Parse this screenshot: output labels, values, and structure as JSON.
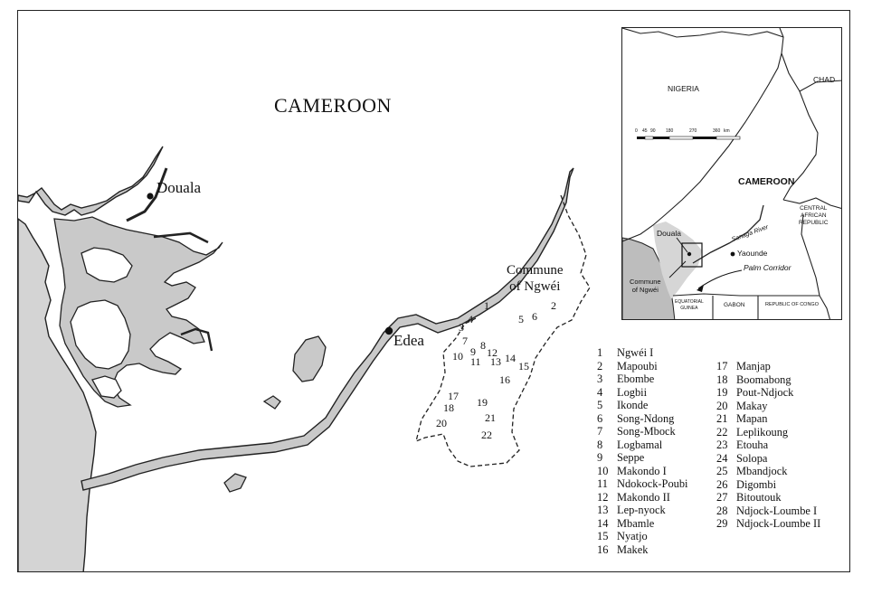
{
  "map": {
    "country_title": "CAMEROON",
    "cities": {
      "douala": "Douala",
      "edea": "Edea"
    },
    "commune": {
      "line1": "Commune",
      "line2": "of Ngwéi"
    },
    "zone_numbers": [
      "1",
      "2",
      "3",
      "4",
      "5",
      "6",
      "7",
      "8",
      "9",
      "10",
      "11",
      "12",
      "13",
      "14",
      "15",
      "16",
      "17",
      "18",
      "19",
      "20",
      "21",
      "22"
    ]
  },
  "legend": [
    {
      "n": "1",
      "name": "Ngwéi I"
    },
    {
      "n": "2",
      "name": "Mapoubi"
    },
    {
      "n": "3",
      "name": "Ebombe"
    },
    {
      "n": "4",
      "name": "Logbii"
    },
    {
      "n": "5",
      "name": "Ikonde"
    },
    {
      "n": "6",
      "name": "Song-Ndong"
    },
    {
      "n": "7",
      "name": "Song-Mbock"
    },
    {
      "n": "8",
      "name": "Logbamal"
    },
    {
      "n": "9",
      "name": "Seppe"
    },
    {
      "n": "10",
      "name": "Makondo I"
    },
    {
      "n": "11",
      "name": "Ndokock-Poubi"
    },
    {
      "n": "12",
      "name": "Makondo II"
    },
    {
      "n": "13",
      "name": "Lep-nyock"
    },
    {
      "n": "14",
      "name": "Mbamle"
    },
    {
      "n": "15",
      "name": "Nyatjo"
    },
    {
      "n": "16",
      "name": "Makek"
    },
    {
      "n": "17",
      "name": "Manjap"
    },
    {
      "n": "18",
      "name": "Boomabong"
    },
    {
      "n": "19",
      "name": "Pout-Ndjock"
    },
    {
      "n": "20",
      "name": "Makay"
    },
    {
      "n": "21",
      "name": "Mapan"
    },
    {
      "n": "22",
      "name": "Leplikoung"
    },
    {
      "n": "23",
      "name": "Etouha"
    },
    {
      "n": "24",
      "name": "Solopa"
    },
    {
      "n": "25",
      "name": "Mbandjock"
    },
    {
      "n": "26",
      "name": "Digombi"
    },
    {
      "n": "27",
      "name": "Bitoutouk"
    },
    {
      "n": "28",
      "name": "Ndjock-Loumbe I"
    },
    {
      "n": "29",
      "name": "Ndjock-Loumbe II"
    }
  ],
  "inset": {
    "countries": {
      "nigeria": "NIGERIA",
      "chad": "CHAD",
      "cameroon": "CAMEROON",
      "car_line1": "CENTRAL",
      "car_line2": "AFRICAN",
      "car_line3": "REPUBLIC",
      "equatorial_guinea_line1": "EQUATORIAL",
      "equatorial_guinea_line2": "GUINEA",
      "gabon": "GABON",
      "congo": "REPUBLIC OF CONGO"
    },
    "places": {
      "douala": "Douala",
      "yaounde": "Yaounde",
      "commune_line1": "Commune",
      "commune_line2": "of Ngwéi",
      "sanaga_river": "Sanaga River",
      "palm_corridor": "Palm Corridor"
    },
    "scale_ticks": [
      "0",
      "45",
      "90",
      "180",
      "270",
      "360"
    ],
    "scale_unit": "km"
  },
  "colors": {
    "water": "#c9c9c9",
    "land": "#ffffff",
    "outline": "#222222"
  }
}
